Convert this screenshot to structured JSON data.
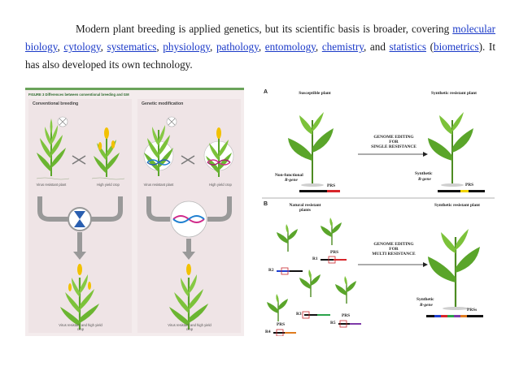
{
  "paragraph": {
    "lead": "Modern plant breeding is applied genetics, but its scientific basis is broader, covering ",
    "links": [
      "molecular biology",
      "cytology",
      "systematics",
      "physiology",
      "pathology",
      "entomology",
      "chemistry",
      "statistics",
      "biometrics"
    ],
    "sep_comma": ", ",
    "sep_and": ", and ",
    "open_paren": " (",
    "tail": "). It has also developed its own technology."
  },
  "figure_left": {
    "caption": "FIGURE 3 Differences between conventional breeding and GM",
    "panels": [
      {
        "title": "Conventional breeding",
        "label_a": "Virus resistant plant",
        "label_b": "High yield crop",
        "bottom_label": "Virus resistant and high yield crop"
      },
      {
        "title": "Genetic modification",
        "label_a": "Virus resistant plant",
        "label_b": "High yield crop",
        "bottom_label": "Virus resistant and high yield crop"
      }
    ]
  },
  "figure_right": {
    "section_a": "A",
    "section_b": "B",
    "a_susceptible": "Susceptible plant",
    "a_synthetic": "Synthetic resistant plant",
    "a_arrow_l1": "GENOME EDITING",
    "a_arrow_l2": "FOR",
    "a_arrow_l3": "SINGLE RESISTANCE",
    "a_nonfunctional_1": "Non-functional",
    "a_nonfunctional_2": "R-gene",
    "a_prs_left": "PRS",
    "a_synthetic_gene_1": "Synthetic",
    "a_synthetic_gene_2": "R-gene",
    "a_prs_right": "PRS",
    "b_natural": "Natural resistant plants",
    "b_synthetic": "Synthetic resistant plant",
    "b_arrow_l1": "GENOME EDITING",
    "b_arrow_l2": "FOR",
    "b_arrow_l3": "MULTI RESISTANCE",
    "b_r1": "R1",
    "b_r2": "R2",
    "b_r3": "R3",
    "b_r4": "R4",
    "b_r5": "R5",
    "b_prs": "PRS",
    "b_synthetic_gene_1": "Synthetic",
    "b_synthetic_gene_2": "R-gene",
    "b_prss": "PRSs",
    "colors": {
      "leaf": "#5aa52a",
      "stem": "#4d8b22",
      "red": "#d7262b",
      "yellow": "#f2d400",
      "blue": "#1e3fd0",
      "green_bar": "#2aa34a",
      "purple": "#7d3aa8",
      "orange": "#e07b1f"
    }
  }
}
